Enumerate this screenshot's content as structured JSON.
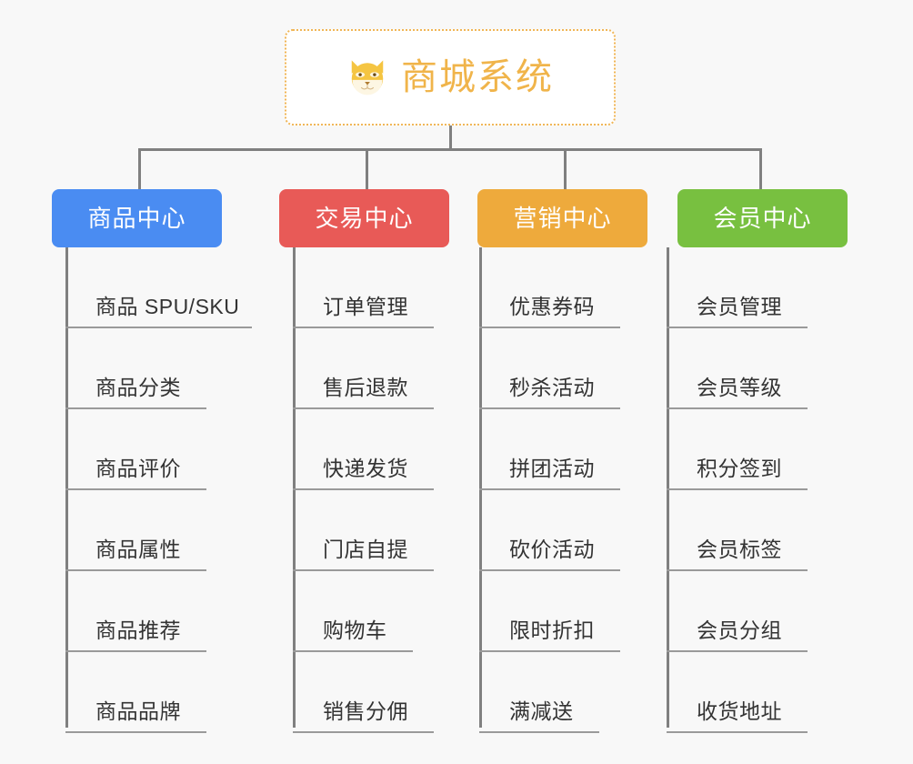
{
  "page": {
    "background_color": "#f8f8f8",
    "title": "商城系统 功能架构图"
  },
  "root": {
    "icon_name": "shiba-dog-face-icon",
    "label": "商城系统",
    "text_color": "#f0b44a",
    "border_color": "#f0b657",
    "background_color": "#ffffff"
  },
  "connector_color": "#808080",
  "categories": [
    {
      "label": "商品中心",
      "color": "#4a8cf2",
      "items": [
        "商品 SPU/SKU",
        "商品分类",
        "商品评价",
        "商品属性",
        "商品推荐",
        "商品品牌"
      ]
    },
    {
      "label": "交易中心",
      "color": "#e85a57",
      "items": [
        "订单管理",
        "售后退款",
        "快递发货",
        "门店自提",
        "购物车",
        "销售分佣"
      ]
    },
    {
      "label": "营销中心",
      "color": "#eeaa3c",
      "items": [
        "优惠券码",
        "秒杀活动",
        "拼团活动",
        "砍价活动",
        "限时折扣",
        "满减送"
      ]
    },
    {
      "label": "会员中心",
      "color": "#78c040",
      "items": [
        "会员管理",
        "会员等级",
        "积分签到",
        "会员标签",
        "会员分组",
        "收货地址"
      ]
    }
  ]
}
